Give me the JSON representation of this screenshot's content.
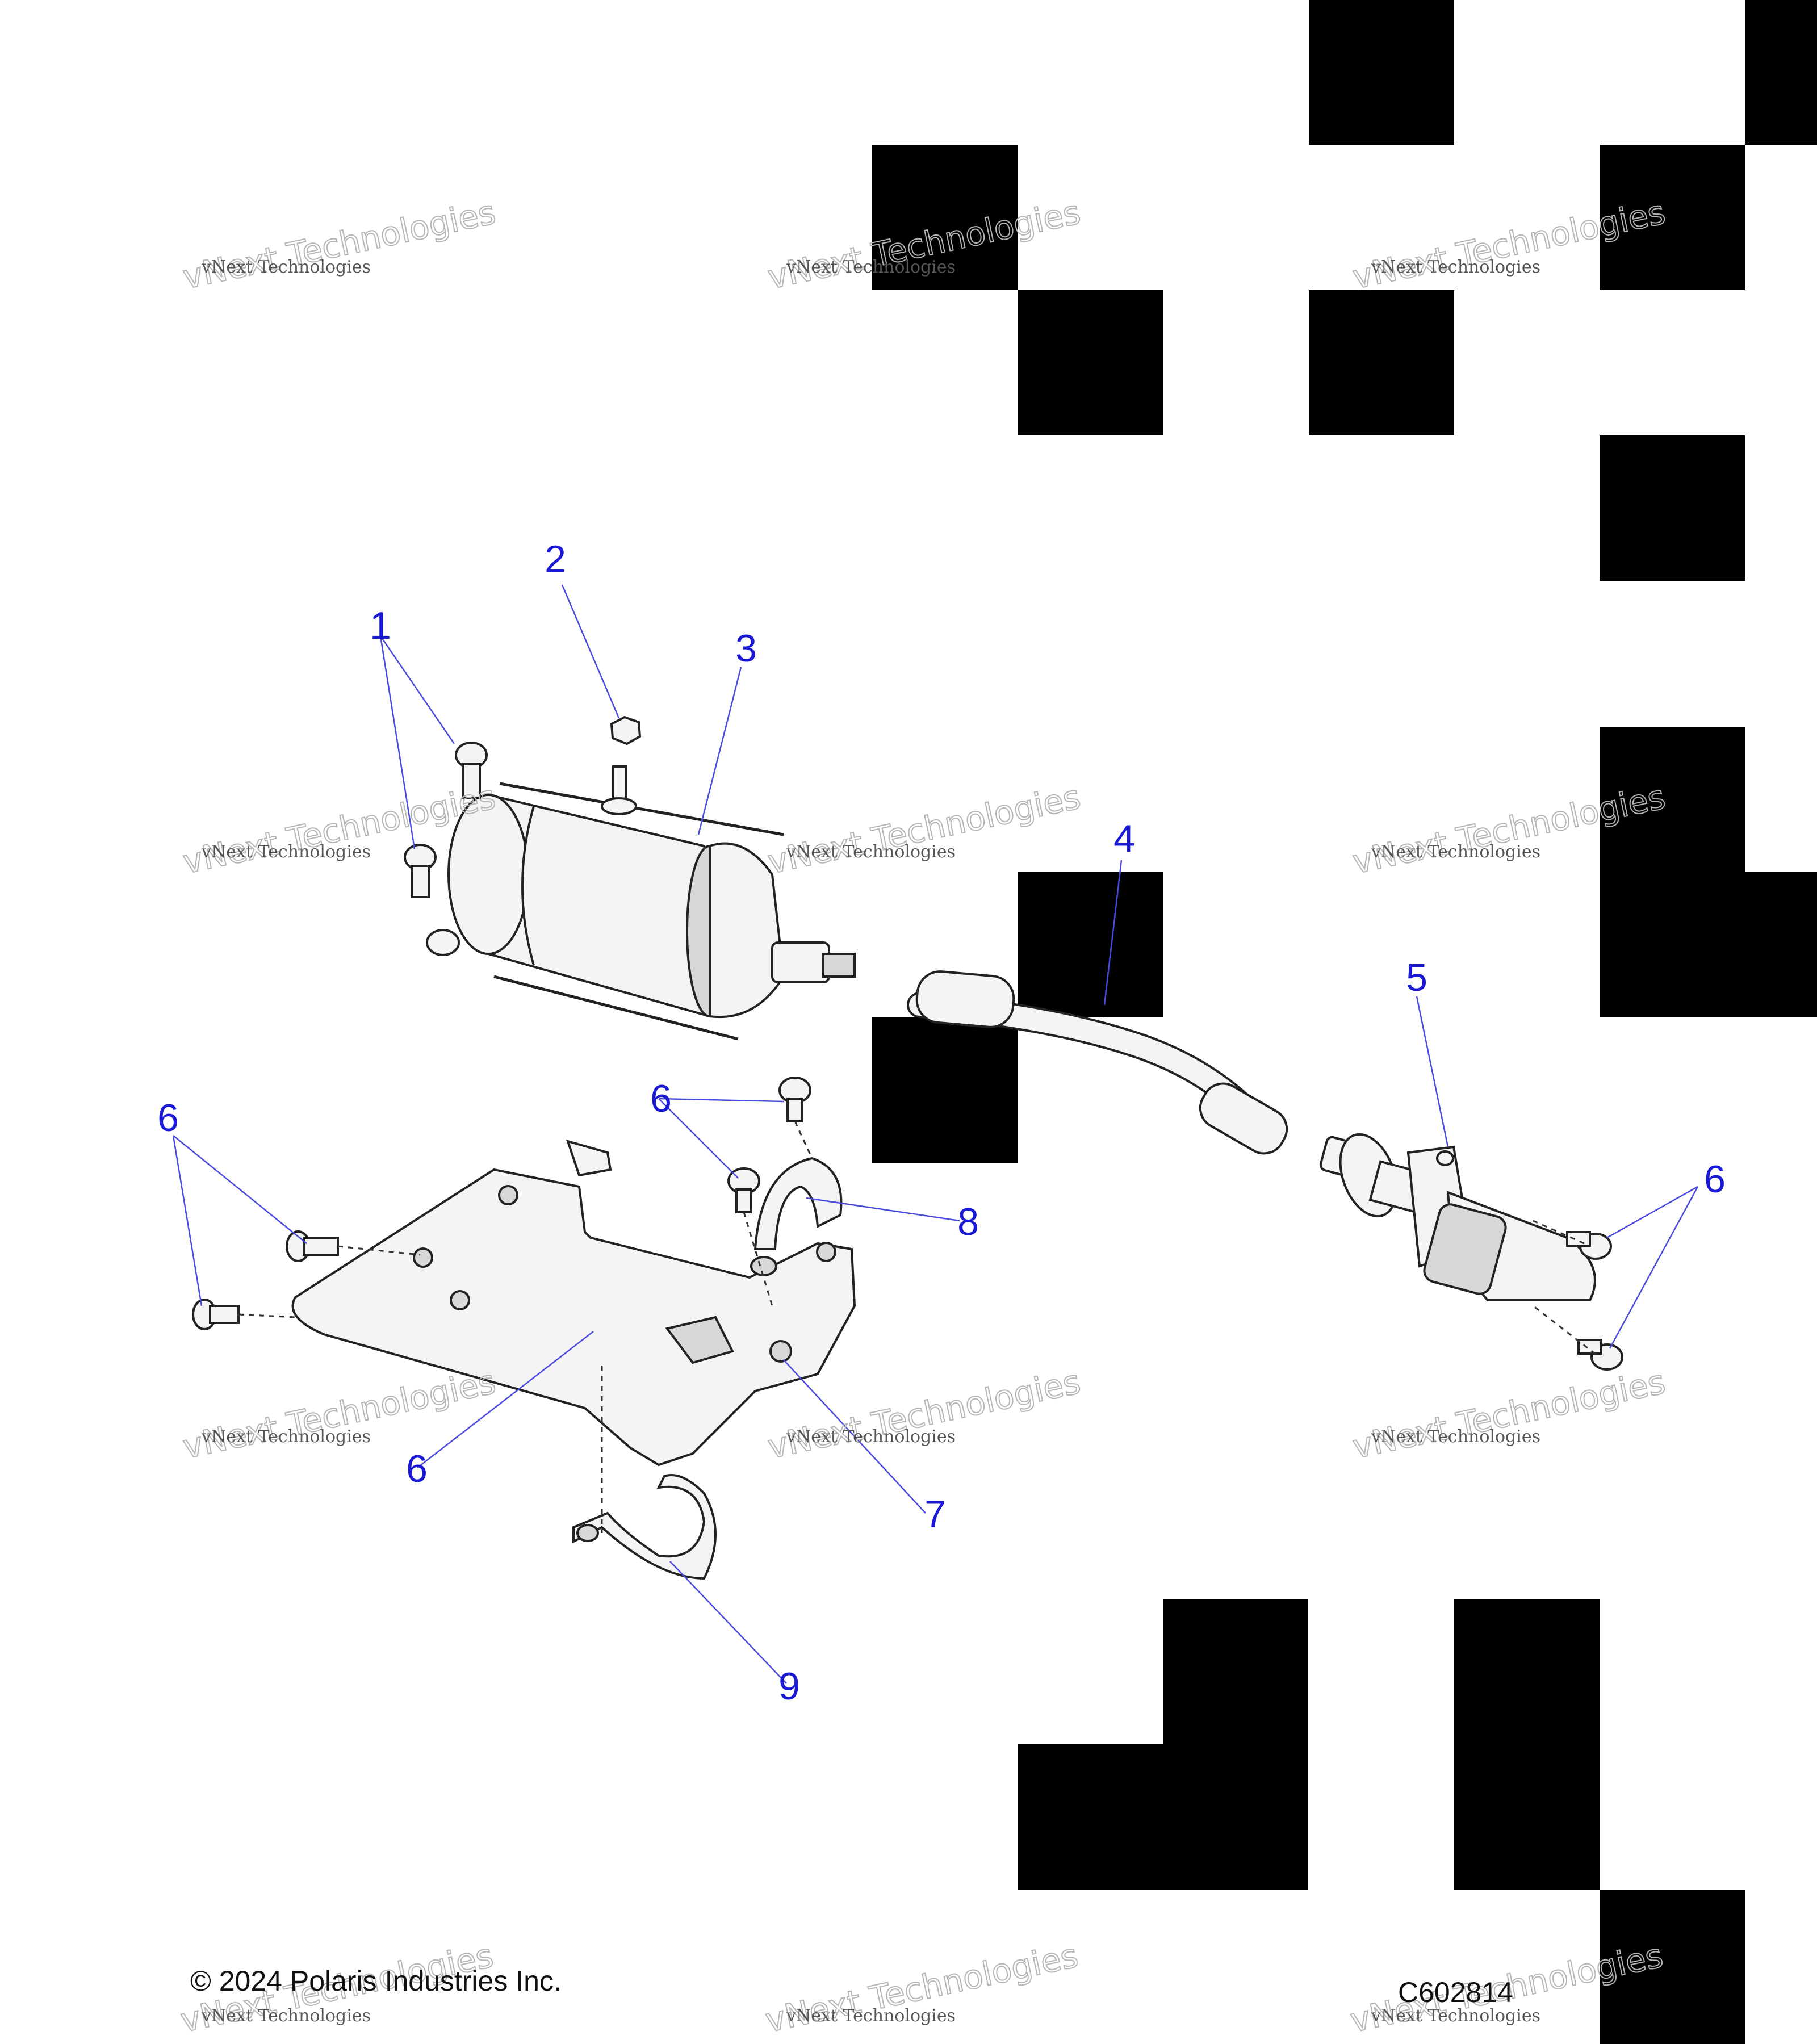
{
  "callouts": {
    "c1": "1",
    "c2": "2",
    "c3": "3",
    "c4": "4",
    "c5": "5",
    "c6a": "6",
    "c6b": "6",
    "c6c": "6",
    "c6d": "6",
    "c7": "7",
    "c8": "8",
    "c9": "9"
  },
  "watermark": {
    "line1": "vNext Technologies",
    "logo": "vNext Technologies"
  },
  "footer": {
    "copyright": "© 2024 Polaris Industries Inc.",
    "figure_id": "C602814"
  },
  "colors": {
    "callout": "#1a1ad6",
    "mask": "#000000"
  }
}
